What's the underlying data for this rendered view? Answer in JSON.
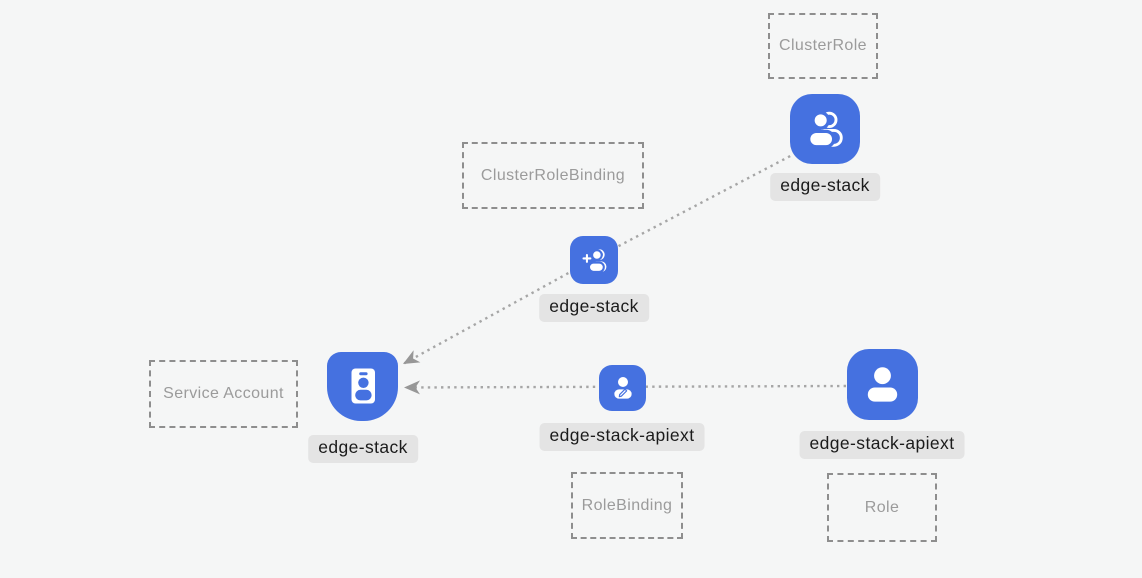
{
  "colors": {
    "background": "#f5f6f6",
    "node_blue": "#4571e0",
    "label_bg": "#e4e4e4",
    "label_text": "#1b1b1b",
    "dashed_border": "#8e8e8e",
    "dashed_text": "#9b9b9b",
    "edge_dots": "#a6a6a6",
    "arrow": "#979797"
  },
  "diagram": {
    "kinds": {
      "clusterrole": "ClusterRole",
      "clusterrolebinding": "ClusterRoleBinding",
      "serviceaccount": "Service Account",
      "rolebinding": "RoleBinding",
      "role": "Role"
    },
    "nodes": {
      "clusterrole": {
        "name": "edge-stack",
        "icon": "users-icon"
      },
      "clusterrolebinding": {
        "name": "edge-stack",
        "icon": "user-plus-icon"
      },
      "serviceaccount": {
        "name": "edge-stack",
        "icon": "id-badge-icon"
      },
      "rolebinding": {
        "name": "edge-stack-apiext",
        "icon": "user-edit-icon"
      },
      "role": {
        "name": "edge-stack-apiext",
        "icon": "person-icon"
      }
    },
    "edges": [
      {
        "from": "clusterrole",
        "via": "clusterrolebinding",
        "to": "serviceaccount",
        "style": "dotted-arrow"
      },
      {
        "from": "role",
        "via": "rolebinding",
        "to": "serviceaccount",
        "style": "dotted-arrow"
      }
    ]
  }
}
